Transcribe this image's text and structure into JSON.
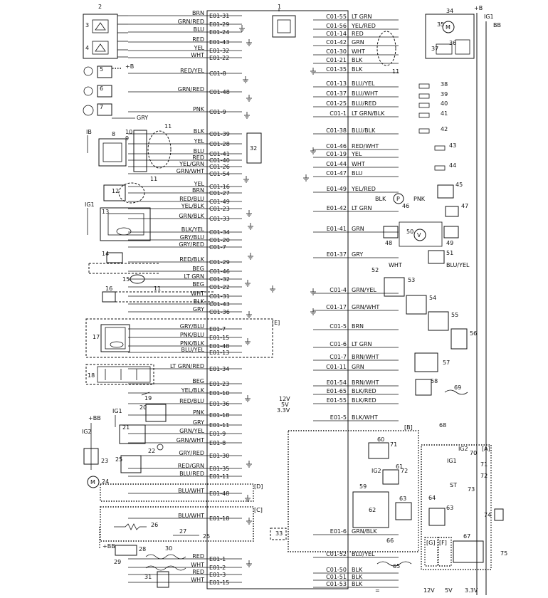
{
  "ecm": {
    "number": "1"
  },
  "top_right": {
    "plus_b": "+B",
    "ig1": "IG1",
    "bb": "BB"
  },
  "left_pins": [
    {
      "wire": "BRN",
      "pin": "E01-31"
    },
    {
      "wire": "GRN/RED",
      "pin": "E01-29"
    },
    {
      "wire": "BLU",
      "pin": "E01-24"
    },
    {
      "wire": "RED",
      "pin": "E01-43"
    },
    {
      "wire": "YEL",
      "pin": "E01-32"
    },
    {
      "wire": "WHT",
      "pin": "E01-22"
    },
    {
      "wire": "RED/YEL",
      "pin": "C01-8"
    },
    {
      "wire": "GRN/RED",
      "pin": "C01-48"
    },
    {
      "wire": "PNK",
      "pin": "C01-9"
    },
    {
      "wire": "BLK",
      "pin": "C01-39"
    },
    {
      "wire": "YEL",
      "pin": "C01-28"
    },
    {
      "wire": "BLU",
      "pin": "C01-41"
    },
    {
      "wire": "RED",
      "pin": "C01-40"
    },
    {
      "wire": "YEL/GRN",
      "pin": "C01-26"
    },
    {
      "wire": "GRN/WHT",
      "pin": "C01-54"
    },
    {
      "wire": "YEL",
      "pin": "C01-16"
    },
    {
      "wire": "BRN",
      "pin": "C01-27"
    },
    {
      "wire": "RED/BLU",
      "pin": "C01-49"
    },
    {
      "wire": "YEL/BLK",
      "pin": "C01-23"
    },
    {
      "wire": "GRN/BLK",
      "pin": "C01-33"
    },
    {
      "wire": "BLK/YEL",
      "pin": "C01-34"
    },
    {
      "wire": "GRY/BLU",
      "pin": "C01-20"
    },
    {
      "wire": "GRY/RED",
      "pin": "C01-7"
    },
    {
      "wire": "RED/BLK",
      "pin": "C01-29"
    },
    {
      "wire": "BEG",
      "pin": "C01-46"
    },
    {
      "wire": "LT GRN",
      "pin": "C01-32"
    },
    {
      "wire": "BEG",
      "pin": "C01-22"
    },
    {
      "wire": "WHT",
      "pin": "C01-31"
    },
    {
      "wire": "BLK",
      "pin": "C01-43"
    },
    {
      "wire": "GRY",
      "pin": "C01-36"
    },
    {
      "wire": "GRY/BLU",
      "pin": "E01-7"
    },
    {
      "wire": "PNK/BLU",
      "pin": "E01-15"
    },
    {
      "wire": "PNK/BLK",
      "pin": "E01-48"
    },
    {
      "wire": "BLU/YEL",
      "pin": "E01-13"
    },
    {
      "wire": "LT GRN/RED",
      "pin": "E01-34"
    },
    {
      "wire": "BEG",
      "pin": "E01-23"
    },
    {
      "wire": "YEL/BLK",
      "pin": "E01-10"
    },
    {
      "wire": "RED/BLU",
      "pin": "E01-36"
    },
    {
      "wire": "PNK",
      "pin": "E01-18"
    },
    {
      "wire": "GRY",
      "pin": "E01-11"
    },
    {
      "wire": "GRN/YEL",
      "pin": "E01-9"
    },
    {
      "wire": "GRN/WHT",
      "pin": "E01-8"
    },
    {
      "wire": "GRY/RED",
      "pin": "E01-30"
    },
    {
      "wire": "RED/GRN",
      "pin": "E01-35"
    },
    {
      "wire": "BLU/RED",
      "pin": "E01-11"
    },
    {
      "wire": "BLU/WHT",
      "pin": "E01-48"
    },
    {
      "wire": "BLU/WHT",
      "pin": "E01-18"
    },
    {
      "wire": "RED",
      "pin": "E01-1"
    },
    {
      "wire": "WHT",
      "pin": "E01-2"
    },
    {
      "wire": "RED",
      "pin": "E01-3"
    },
    {
      "wire": "WHT",
      "pin": "E01-15"
    }
  ],
  "right_pins": [
    {
      "pin": "C01-55",
      "wire": "LT GRN"
    },
    {
      "pin": "C01-56",
      "wire": "YEL/RED"
    },
    {
      "pin": "C01-14",
      "wire": "RED"
    },
    {
      "pin": "C01-42",
      "wire": "GRN"
    },
    {
      "pin": "C01-30",
      "wire": "WHT"
    },
    {
      "pin": "C01-21",
      "wire": "BLK"
    },
    {
      "pin": "C01-35",
      "wire": "BLK"
    },
    {
      "pin": "C01-13",
      "wire": "BLU/YEL"
    },
    {
      "pin": "C01-37",
      "wire": "BLU/WHT"
    },
    {
      "pin": "C01-25",
      "wire": "BLU/RED"
    },
    {
      "pin": "C01-1",
      "wire": "LT GRN/BLK"
    },
    {
      "pin": "C01-38",
      "wire": "BLU/BLK"
    },
    {
      "pin": "C01-46",
      "wire": "RED/WHT"
    },
    {
      "pin": "C01-19",
      "wire": "YEL"
    },
    {
      "pin": "C01-44",
      "wire": "WHT"
    },
    {
      "pin": "C01-47",
      "wire": "BLU"
    },
    {
      "pin": "E01-49",
      "wire": "YEL/RED"
    },
    {
      "pin": "E01-42",
      "wire": "LT GRN"
    },
    {
      "pin": "E01-41",
      "wire": "GRN"
    },
    {
      "pin": "E01-37",
      "wire": "GRY"
    },
    {
      "pin": "C01-4",
      "wire": "GRN/YEL"
    },
    {
      "pin": "C01-17",
      "wire": "GRN/WHT"
    },
    {
      "pin": "C01-5",
      "wire": "BRN"
    },
    {
      "pin": "C01-6",
      "wire": "LT GRN"
    },
    {
      "pin": "C01-7",
      "wire": "BRN/WHT"
    },
    {
      "pin": "C01-11",
      "wire": "GRN"
    },
    {
      "pin": "E01-54",
      "wire": "BRN/WHT"
    },
    {
      "pin": "E01-65",
      "wire": "BLK/RED"
    },
    {
      "pin": "E01-55",
      "wire": "BLK/RED"
    },
    {
      "pin": "E01-5",
      "wire": "BLK/WHT"
    },
    {
      "pin": "E01-6",
      "wire": "GRN/BLK"
    },
    {
      "pin": "C01-52",
      "wire": "BLU/YEL"
    },
    {
      "pin": "C01-50",
      "wire": "BLK"
    },
    {
      "pin": "C01-51",
      "wire": "BLK"
    },
    {
      "pin": "C01-53",
      "wire": "BLK"
    }
  ],
  "components": [
    {
      "num": "2"
    },
    {
      "num": "3"
    },
    {
      "num": "4"
    },
    {
      "num": "5"
    },
    {
      "num": "6"
    },
    {
      "num": "7"
    },
    {
      "num": "8"
    },
    {
      "num": "9"
    },
    {
      "num": "10"
    },
    {
      "num": "11"
    },
    {
      "num": "12"
    },
    {
      "num": "13"
    },
    {
      "num": "14"
    },
    {
      "num": "15"
    },
    {
      "num": "16"
    },
    {
      "num": "17"
    },
    {
      "num": "18"
    },
    {
      "num": "19"
    },
    {
      "num": "20"
    },
    {
      "num": "21"
    },
    {
      "num": "22"
    },
    {
      "num": "23"
    },
    {
      "num": "24"
    },
    {
      "num": "25"
    },
    {
      "num": "26"
    },
    {
      "num": "27"
    },
    {
      "num": "28"
    },
    {
      "num": "29"
    },
    {
      "num": "30"
    },
    {
      "num": "31"
    },
    {
      "num": "32"
    },
    {
      "num": "33"
    },
    {
      "num": "34"
    },
    {
      "num": "35"
    },
    {
      "num": "36"
    },
    {
      "num": "37"
    },
    {
      "num": "38"
    },
    {
      "num": "39"
    },
    {
      "num": "40"
    },
    {
      "num": "41"
    },
    {
      "num": "42"
    },
    {
      "num": "43"
    },
    {
      "num": "44"
    },
    {
      "num": "45"
    },
    {
      "num": "46"
    },
    {
      "num": "47"
    },
    {
      "num": "48"
    },
    {
      "num": "49"
    },
    {
      "num": "50"
    },
    {
      "num": "51"
    },
    {
      "num": "52"
    },
    {
      "num": "53"
    },
    {
      "num": "54"
    },
    {
      "num": "55"
    },
    {
      "num": "56"
    },
    {
      "num": "57"
    },
    {
      "num": "58"
    },
    {
      "num": "59"
    },
    {
      "num": "60"
    },
    {
      "num": "61"
    },
    {
      "num": "62"
    },
    {
      "num": "63"
    },
    {
      "num": "64"
    },
    {
      "num": "65"
    },
    {
      "num": "66"
    },
    {
      "num": "67"
    },
    {
      "num": "68"
    },
    {
      "num": "69"
    },
    {
      "num": "70"
    },
    {
      "num": "71"
    },
    {
      "num": "72"
    },
    {
      "num": "73"
    },
    {
      "num": "74"
    },
    {
      "num": "75"
    }
  ],
  "misc": {
    "b_plus": "+B",
    "ig1_left": "IG1",
    "ib": "IB",
    "bb_left": "+BB",
    "ig1_b": "IG1",
    "ig2": "IG2",
    "bb_bottom": "+BB",
    "plus_b_5": "+B",
    "blk_p": "BLK",
    "pnk_p": "PNK",
    "p_symbol": "P",
    "m_symbol": "M",
    "v_symbol": "V",
    "gry_7": "GRY",
    "wht_52": "WHT",
    "blu_yel_51": "BLU/YEL",
    "v12": "12V",
    "v5": "5V",
    "v33": "3.3V",
    "sec_E": "[E]",
    "sec_D": "[D]",
    "sec_C": "[C]",
    "sec_B": "[B]",
    "sec_A": "[A]",
    "sec_G": "[G]",
    "sec_F": "[F]",
    "ig1_a": "IG1",
    "ig2_a": "IG2",
    "st_a": "ST",
    "legend_12v": "12V",
    "legend_5v": "5V",
    "legend_33v": "3.3V"
  }
}
